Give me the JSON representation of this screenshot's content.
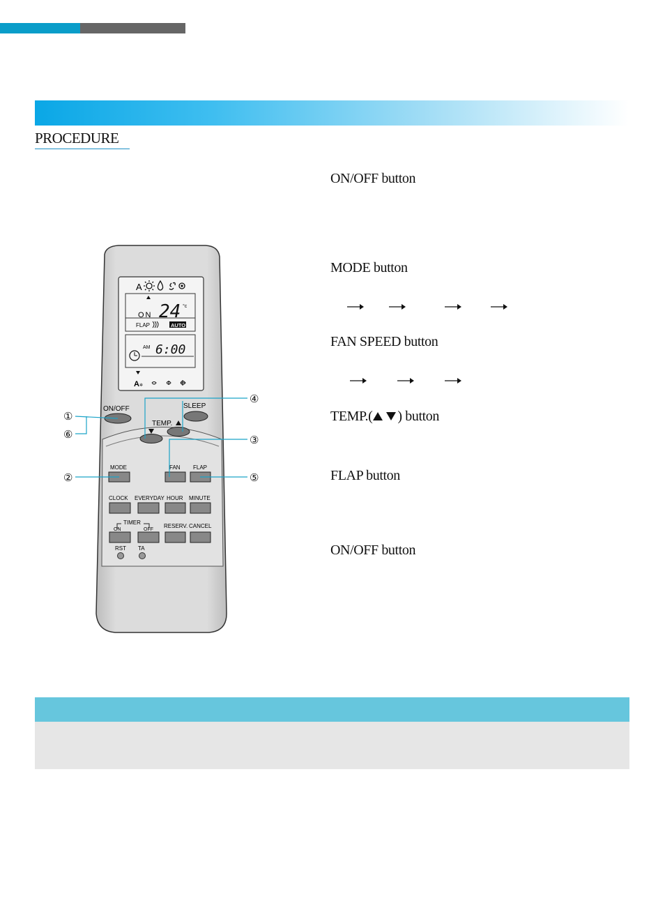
{
  "header": {
    "bar_colors": [
      "#0a9dc9",
      "#666666"
    ],
    "band_color": "#0aa7e6"
  },
  "procedure": {
    "heading": "PROCEDURE"
  },
  "steps": [
    {
      "label": "ON/OFF button"
    },
    {
      "label": "MODE button"
    },
    {
      "label": "FAN SPEED button"
    },
    {
      "label_prefix": "TEMP.(",
      "label_suffix": ") button"
    },
    {
      "label": "FLAP button"
    },
    {
      "label": "ON/OFF button"
    }
  ],
  "remote": {
    "mode_icon_letter": "A",
    "display": {
      "on_text": "ON",
      "temp_value": "24",
      "temp_unit": "°c",
      "flap_text": "FLAP",
      "auto_text": "AUTO",
      "am_text": "AM",
      "time_value": "6:00",
      "fan_letter": "A"
    },
    "buttons": {
      "on_off": "ON/OFF",
      "sleep": "SLEEP",
      "temp": "TEMP.",
      "mode": "MODE",
      "fan": "FAN",
      "flap": "FLAP",
      "clock": "CLOCK",
      "everyday": "EVERYDAY",
      "hour": "HOUR",
      "minute": "MINUTE",
      "timer": "TIMER",
      "timer_on": "ON",
      "timer_off": "OFF",
      "reserv": "RESERV.",
      "cancel": "CANCEL",
      "rst": "RST",
      "ta": "TA"
    },
    "callouts": [
      "①",
      "⑥",
      "②",
      "④",
      "③",
      "⑤"
    ]
  },
  "colors": {
    "note_band": "#66c6dd",
    "note_body": "#e6e6e6",
    "callout_line": "#1aa3c8"
  }
}
